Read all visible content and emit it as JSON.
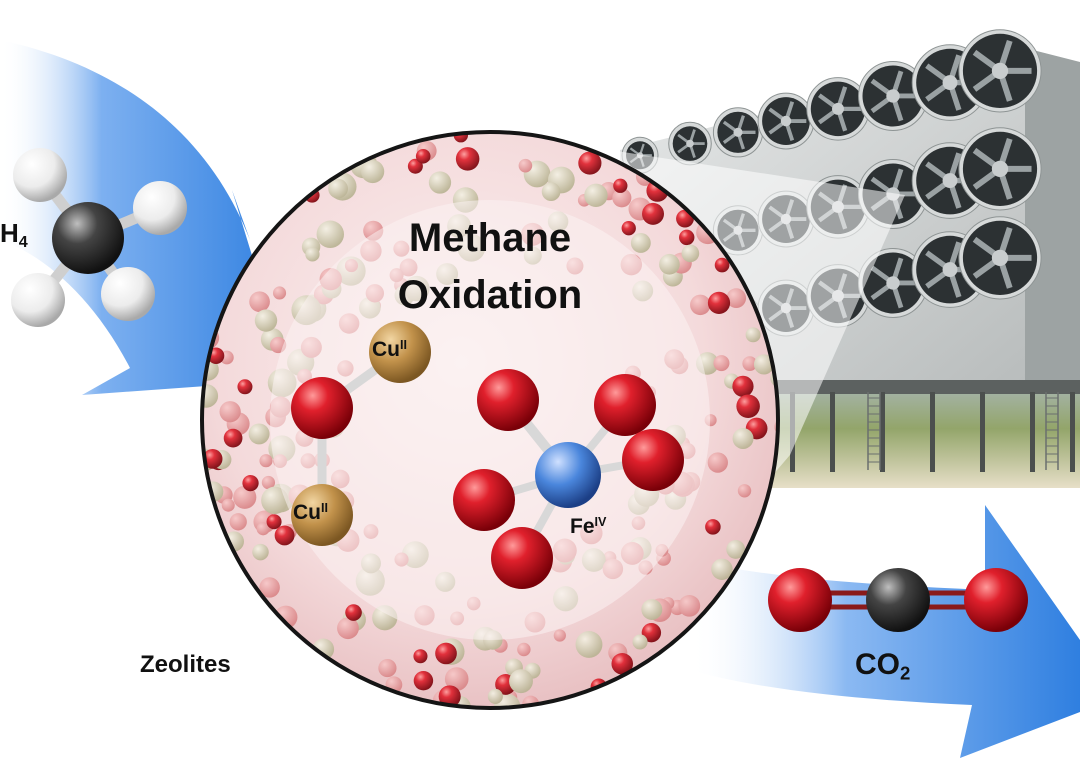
{
  "title": {
    "line1": "Methane",
    "line2": "Oxidation"
  },
  "labels": {
    "reactant_formula": "H",
    "reactant_subscript": "4",
    "product_formula": "CO",
    "product_subscript": "2",
    "copper_atom_1": "Cu",
    "copper_atom_1_ox": "II",
    "copper_atom_2": "Cu",
    "copper_atom_2_ox": "II",
    "iron_atom": "Fe",
    "iron_atom_ox": "IV",
    "framework": "Zeolites"
  },
  "colors": {
    "arrow_blue": "#2f7fe0",
    "oxygen_red": "#c0101c",
    "carbon_dark": "#3a3a3a",
    "hydrogen_white": "#f4f4f4",
    "copper_tan": "#b98a44",
    "iron_blue": "#3f7bd6",
    "zeolite_pink": "#f3d9da"
  },
  "icons": [
    "fan-icon",
    "ladder-icon"
  ]
}
